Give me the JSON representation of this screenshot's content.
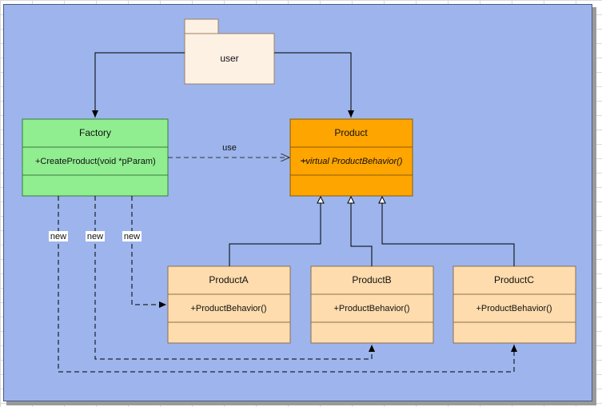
{
  "diagram": {
    "package": {
      "label": "user",
      "fill": "#fdf1e4"
    },
    "classes": {
      "factory": {
        "name": "Factory",
        "operation": "+CreateProduct(void *pParam)",
        "fill": "#90ee90"
      },
      "product": {
        "name": "Product",
        "operation": "+virtual ProductBehavior()",
        "fill": "#ffa500"
      },
      "productA": {
        "name": "ProductA",
        "operation": "+ProductBehavior()",
        "fill": "#fedcad"
      },
      "productB": {
        "name": "ProductB",
        "operation": "+ProductBehavior()",
        "fill": "#fedcad"
      },
      "productC": {
        "name": "ProductC",
        "operation": "+ProductBehavior()",
        "fill": "#fedcad"
      }
    },
    "edge_labels": {
      "use": "use",
      "new_a": "new",
      "new_b": "new",
      "new_c": "new"
    },
    "colors": {
      "canvas": "#9db5ec",
      "line": "#000000"
    }
  }
}
